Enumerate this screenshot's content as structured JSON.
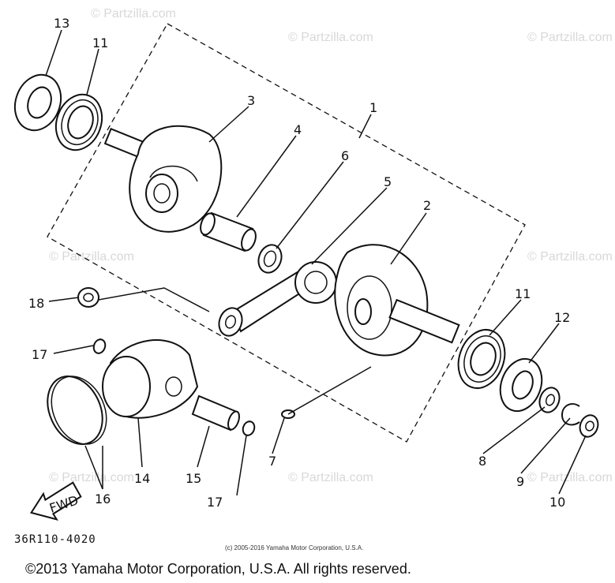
{
  "watermark": "© Partzilla.com",
  "diagram_code": "36R110-4020",
  "fwd_label": "FWD",
  "copyright_small": "(c) 2005-2016 Yamaha Motor Corporation, U.S.A.",
  "copyright_main": "©2013 Yamaha Motor Corporation, U.S.A. All rights reserved.",
  "callouts": {
    "c1": "1",
    "c2": "2",
    "c3": "3",
    "c4": "4",
    "c5": "5",
    "c6": "6",
    "c7": "7",
    "c8": "8",
    "c9": "9",
    "c10": "10",
    "c11a": "11",
    "c11b": "11",
    "c12": "12",
    "c13": "13",
    "c14": "14",
    "c15": "15",
    "c16": "16",
    "c17a": "17",
    "c17b": "17",
    "c18": "18"
  }
}
